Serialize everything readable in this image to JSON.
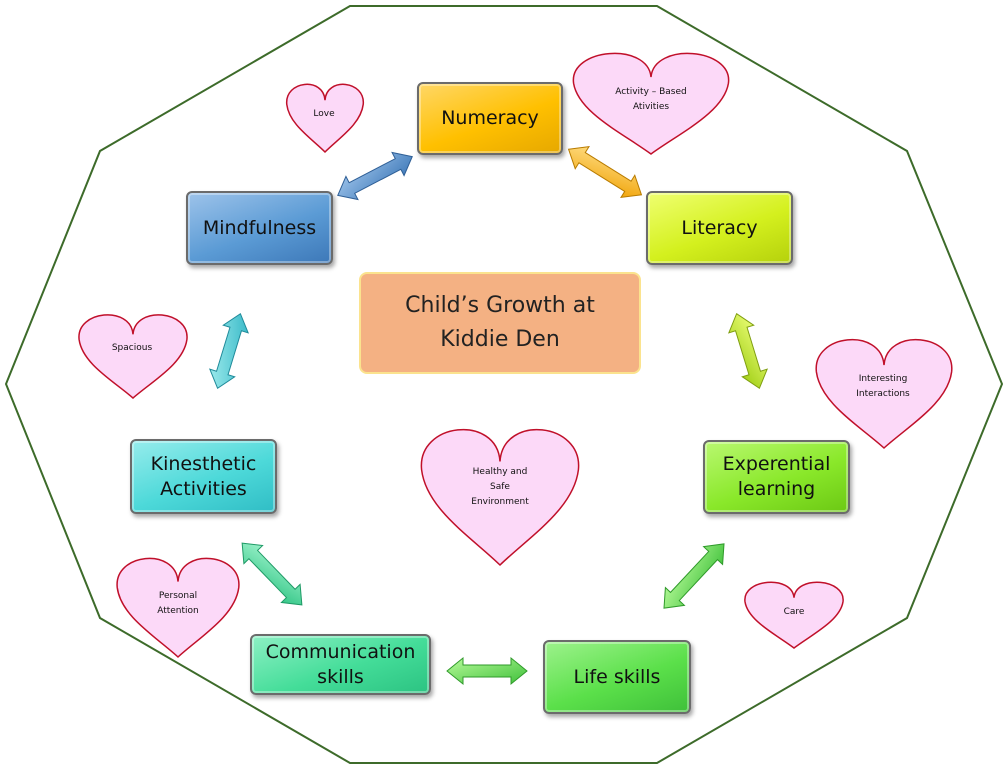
{
  "diagram": {
    "center": {
      "label": "Child’s Growth at\nKiddie Den"
    },
    "nodes": [
      {
        "id": "numeracy",
        "label": "Numeracy",
        "color": "#ffc000"
      },
      {
        "id": "literacy",
        "label": "Literacy",
        "color": "#d4f01e"
      },
      {
        "id": "experiential",
        "label": "Experential\nlearning",
        "color": "#8ae82a"
      },
      {
        "id": "life-skills",
        "label": "Life skills",
        "color": "#5be04a"
      },
      {
        "id": "communication",
        "label": "Communication\nskills",
        "color": "#44dd99"
      },
      {
        "id": "kinesthetic",
        "label": "Kinesthetic\nActivities",
        "color": "#4dd9d9"
      },
      {
        "id": "mindfulness",
        "label": "Mindfulness",
        "color": "#5b9bd5"
      }
    ],
    "hearts": [
      {
        "id": "love",
        "label": "Love"
      },
      {
        "id": "activity-based",
        "label": "Activity – Based\nAtivities"
      },
      {
        "id": "spacious",
        "label": "Spacious"
      },
      {
        "id": "interesting",
        "label": "Interesting\nInteractions"
      },
      {
        "id": "healthy",
        "label": "Healthy  and\nSafe\nEnvironment"
      },
      {
        "id": "personal",
        "label": "Personal\nAttention"
      },
      {
        "id": "care",
        "label": "Care"
      }
    ],
    "colors": {
      "outline": "#3d6b2a",
      "heart_fill": "#fcd9f8",
      "heart_stroke": "#c0102a"
    }
  }
}
